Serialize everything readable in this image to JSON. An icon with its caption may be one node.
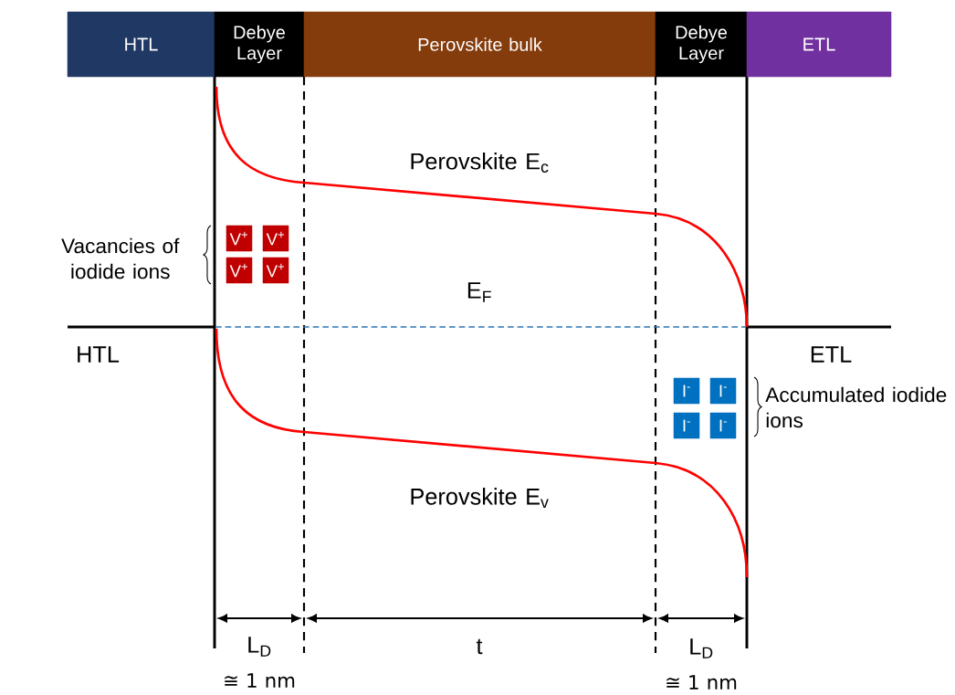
{
  "diagram": {
    "nodes": [
      {
        "text": [
          "HTL"
        ]
      },
      {
        "text": [
          "Debye Layer"
        ]
      },
      {
        "text": [
          "Perovskite bulk"
        ]
      },
      {
        "text": [
          "Debye Layer"
        ]
      },
      {
        "text": [
          "ETL"
        ]
      },
      {
        "text": [
          "V$^{+}$"
        ]
      },
      {
        "text": [
          "V$^{+}$"
        ]
      },
      {
        "text": [
          "V$^{+}$"
        ]
      },
      {
        "text": [
          "V$^{+}$"
        ]
      },
      {
        "text": [
          "I$^{-}$"
        ]
      },
      {
        "text": [
          "I$^{-}$"
        ]
      },
      {
        "text": [
          "I$^{-}$"
        ]
      },
      {
        "text": [
          "I$^{-}$"
        ]
      }
    ],
    "labels": [
      "Perovskite E$_{c}$",
      "Vacancies of iodide ions",
      "E$_{F}$",
      "HTL",
      "ETL",
      "Accumulated iodide ions",
      "Perovskite E$_{v}$",
      "L$_{D}$",
      "t",
      "L$_{D}$",
      "≅ 1 nm",
      "≅ 1 nm"
    ]
  }
}
